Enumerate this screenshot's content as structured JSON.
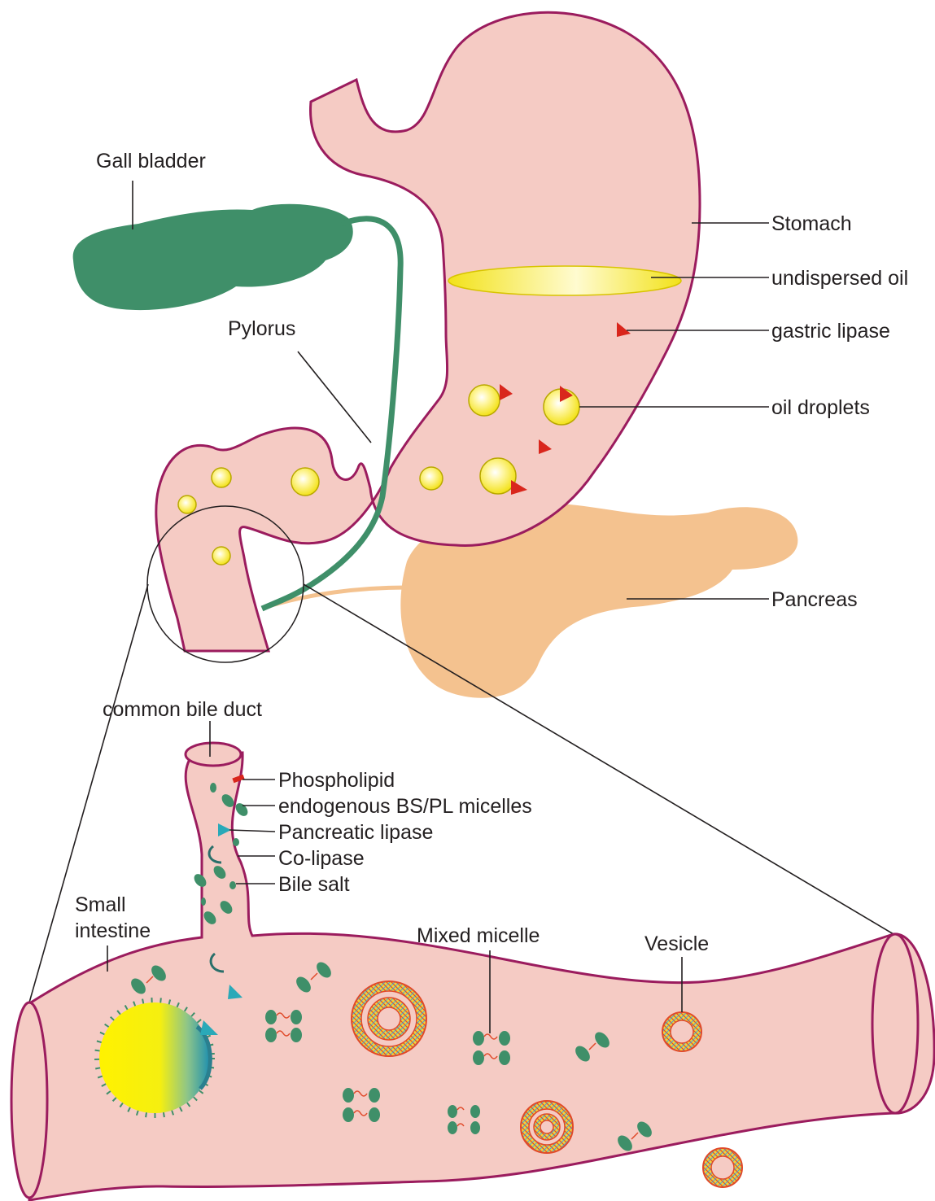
{
  "labels": {
    "gall_bladder": "Gall bladder",
    "stomach": "Stomach",
    "undispersed_oil": "undispersed oil",
    "gastric_lipase": "gastric lipase",
    "pylorus": "Pylorus",
    "oil_droplets": "oil droplets",
    "pancreas": "Pancreas",
    "common_bile_duct": "common bile duct",
    "phospholipid": "Phospholipid",
    "endogenous_micelles": "endogenous BS/PL micelles",
    "pancreatic_lipase": "Pancreatic lipase",
    "co_lipase": "Co-lipase",
    "bile_salt": "Bile salt",
    "small_intestine_1": "Small",
    "small_intestine_2": "intestine",
    "mixed_micelle": "Mixed micelle",
    "vesicle": "Vesicle"
  },
  "colors": {
    "organ_fill": "#f5cbc4",
    "organ_outline": "#9b1c5e",
    "gall_bladder": "#3f8f69",
    "bile_duct": "#3f8f69",
    "pancreas": "#f4c28f",
    "oil": "#fff36a",
    "lipase_red": "#d9261c",
    "lipase_blue": "#2aa9b8",
    "bile_salt_green": "#3f8f69"
  }
}
